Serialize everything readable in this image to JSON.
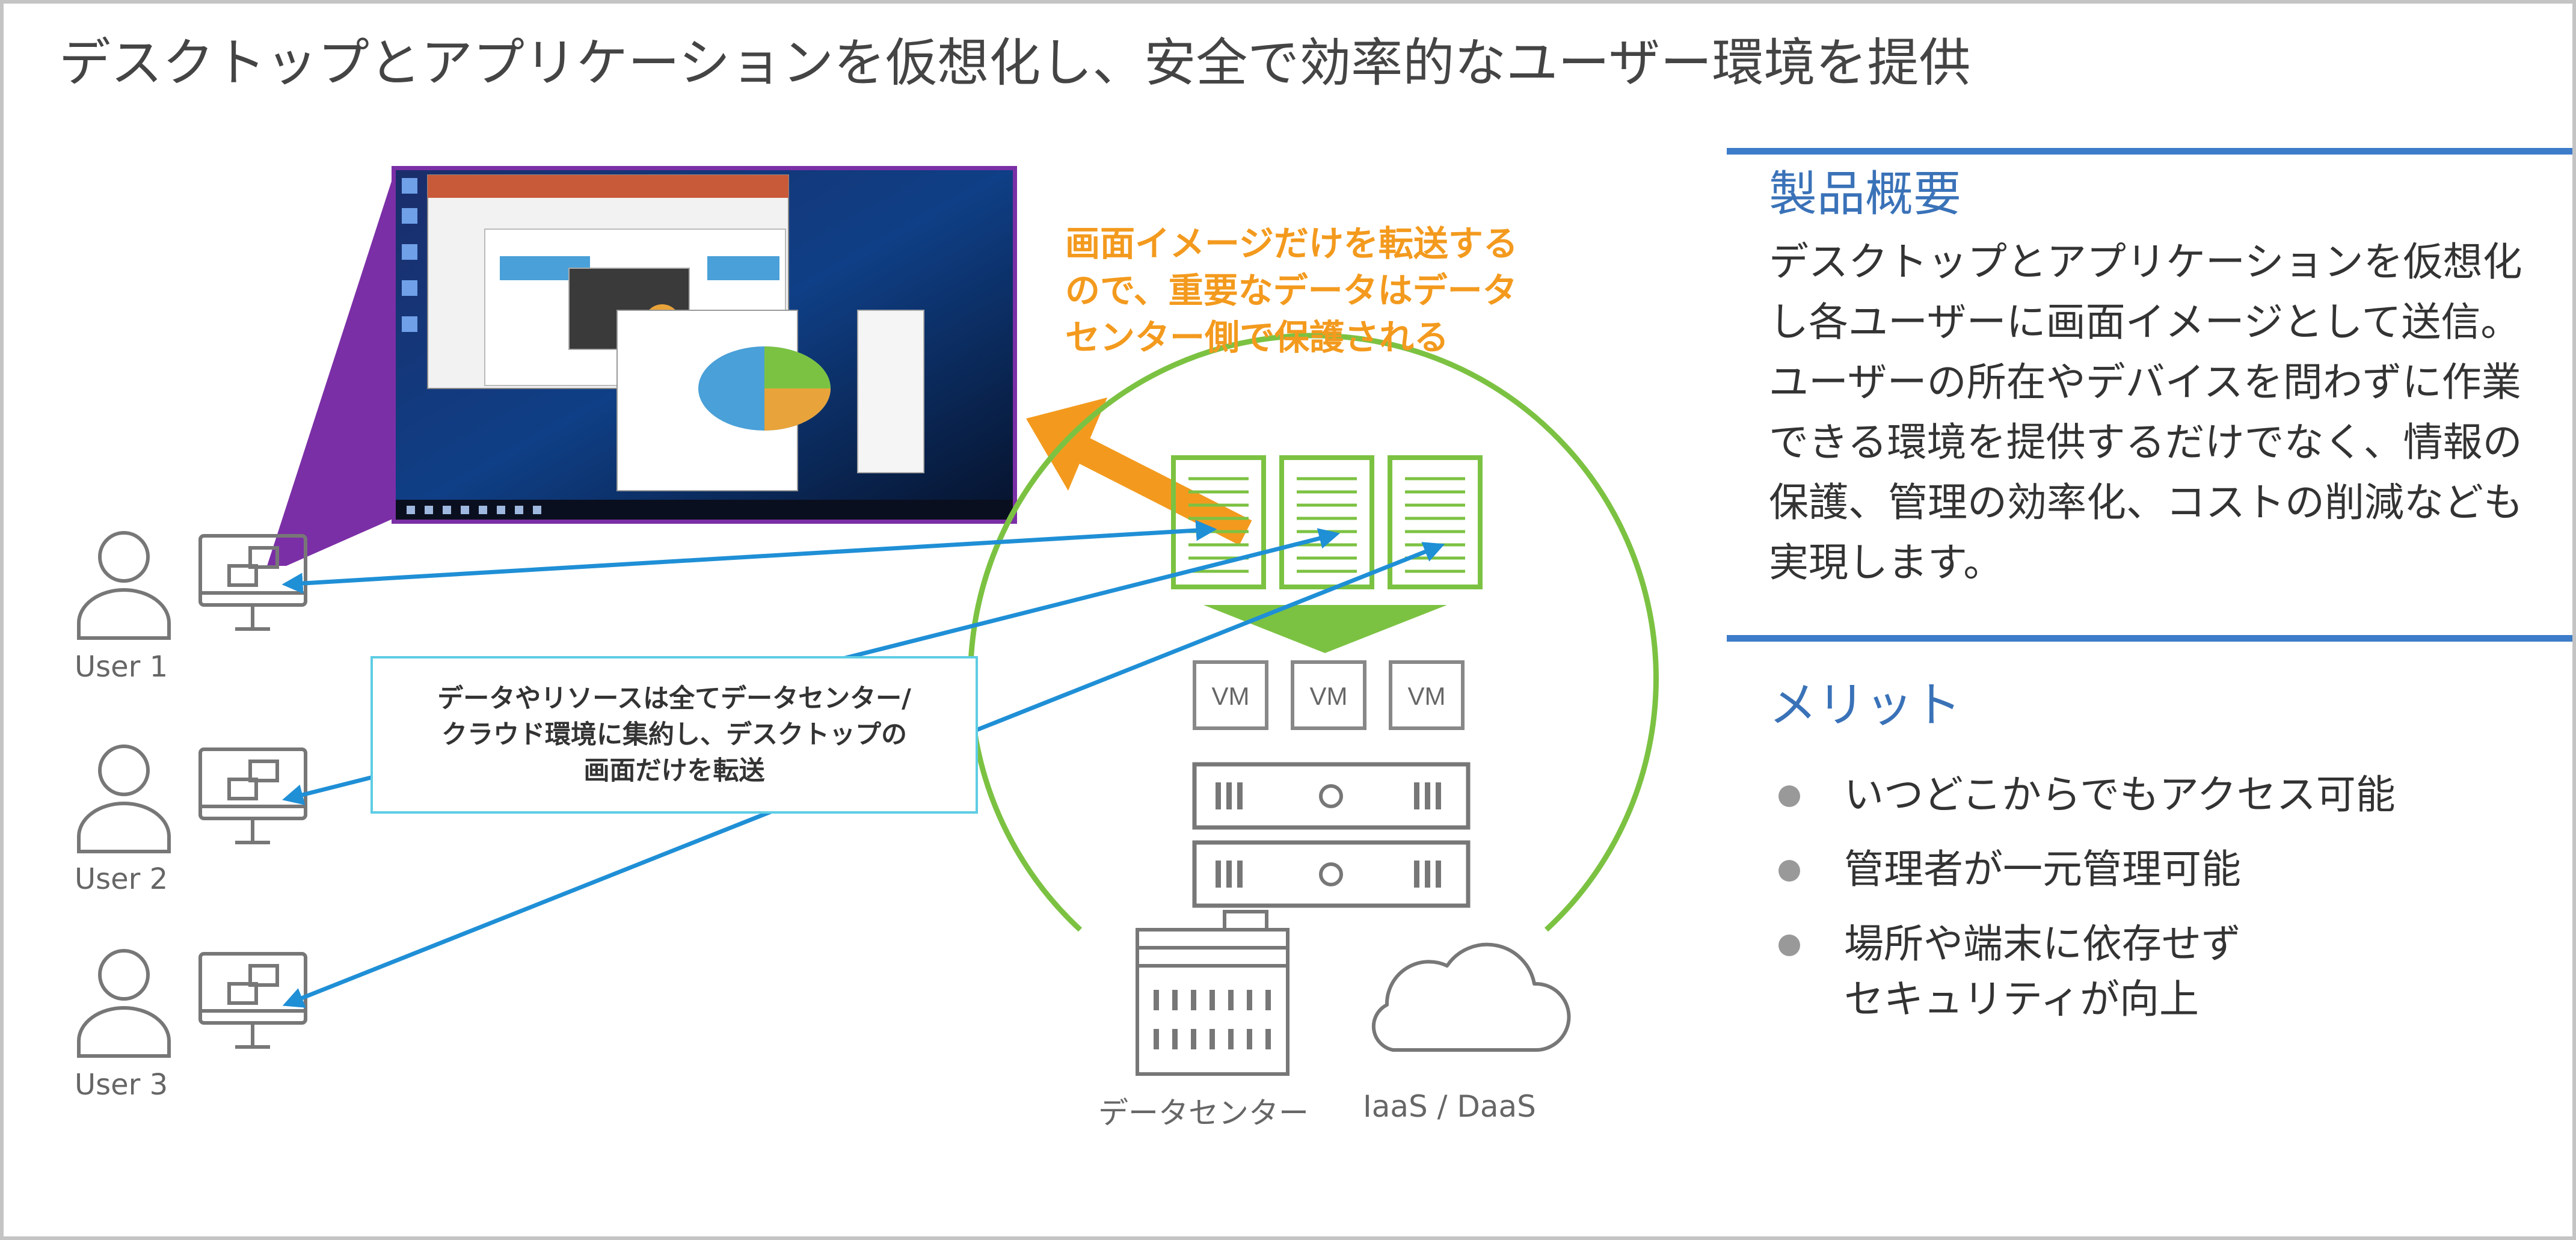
{
  "title": "デスクトップとアプリケーションを仮想化し、安全で効率的なユーザー環境を提供",
  "users": [
    {
      "label": "User 1"
    },
    {
      "label": "User 2"
    },
    {
      "label": "User 3"
    }
  ],
  "callout_orange": {
    "lines": [
      "画面イメージだけを転送する",
      "ので、重要なデータはデータ",
      "センター側で保護される"
    ]
  },
  "callout_box": {
    "lines": [
      "データやリソースは全てデータセンター/",
      "クラウド環境に集約し、デスクトップの",
      "画面だけを転送"
    ]
  },
  "vm_label": "VM",
  "datacenter_label": "データセンター",
  "cloud_label": "IaaS / DaaS",
  "overview": {
    "heading": "製品概要",
    "body": "デスクトップとアプリケーションを仮想化し各ユーザーに画面イメージとして送信。ユーザーの所在やデバイスを問わずに作業できる環境を提供するだけでなく、情報の保護、管理の効率化、コストの削減なども実現します。"
  },
  "merits": {
    "heading": "メリット",
    "items": [
      {
        "lines": [
          "いつどこからでもアクセス可能"
        ]
      },
      {
        "lines": [
          "管理者が一元管理可能"
        ]
      },
      {
        "lines": [
          "場所や端末に依存せず",
          "セキュリティが向上"
        ]
      }
    ]
  },
  "colors": {
    "accent_blue": "#3d7cc9",
    "arrow_blue": "#1f8fd6",
    "green": "#7cc242",
    "orange": "#f39a1e",
    "purple": "#7b2fa6",
    "cyan_box": "#5ecde4"
  }
}
